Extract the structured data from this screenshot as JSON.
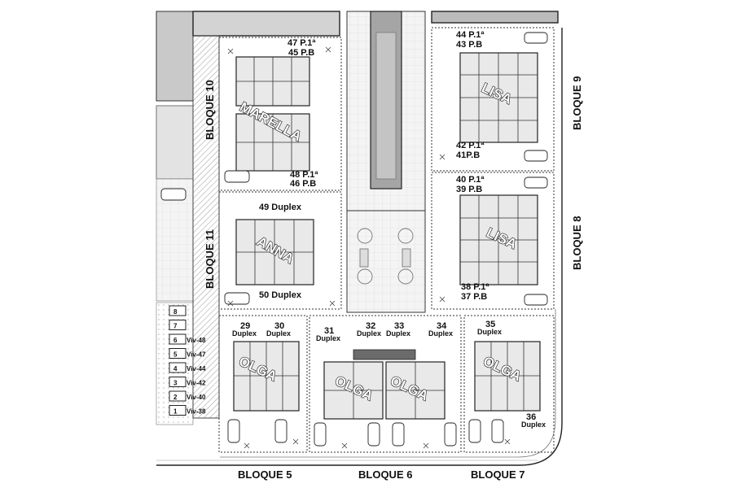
{
  "bloques": {
    "b5": "BLOQUE 5",
    "b6": "BLOQUE 6",
    "b7": "BLOQUE 7",
    "b8": "BLOQUE 8",
    "b9": "BLOQUE 9",
    "b10": "BLOQUE 10",
    "b11": "BLOQUE 11"
  },
  "houses": {
    "marella": "MARELLA",
    "anna": "ANNA",
    "lisa_top": "LISA",
    "lisa_bottom": "LISA",
    "olga_1": "OLGA",
    "olga_2": "OLGA",
    "olga_3": "OLGA",
    "olga_4": "OLGA"
  },
  "units": {
    "u47": "47 P.1ª",
    "u45": "45 P.B",
    "u48": "48 P.1ª",
    "u46": "46 P.B",
    "u49": "49 Duplex",
    "u50": "50 Duplex",
    "u44": "44 P.1ª",
    "u43": "43 P.B",
    "u42": "42 P.1ª",
    "u41": "41P.B",
    "u40": "40 P.1ª",
    "u39": "39 P.B",
    "u38": "38 P.1ª",
    "u37": "37 P.B",
    "n29": "29",
    "d29": "Duplex",
    "n30": "30",
    "d30": "Duplex",
    "n31": "31",
    "d31": "Duplex",
    "n32": "32",
    "d32": "Duplex",
    "n33": "33",
    "d33": "Duplex",
    "n34": "34",
    "d34": "Duplex",
    "n35": "35",
    "d35": "Duplex",
    "n36": "36",
    "d36": "Duplex"
  },
  "storage": [
    {
      "num": "8",
      "viv": ""
    },
    {
      "num": "7",
      "viv": ""
    },
    {
      "num": "6",
      "viv": "Viv-48"
    },
    {
      "num": "5",
      "viv": "Viv-47"
    },
    {
      "num": "4",
      "viv": "Viv-44"
    },
    {
      "num": "3",
      "viv": "Viv-42"
    },
    {
      "num": "2",
      "viv": "Viv-40"
    },
    {
      "num": "1",
      "viv": "Viv-38"
    }
  ],
  "colors": {
    "ink": "#111111",
    "wall": "#222222",
    "hatch": "#888888",
    "block_fill": "#bdbdbd",
    "pool": "#9e9e9e",
    "dark_band": "#6b6b6b"
  }
}
